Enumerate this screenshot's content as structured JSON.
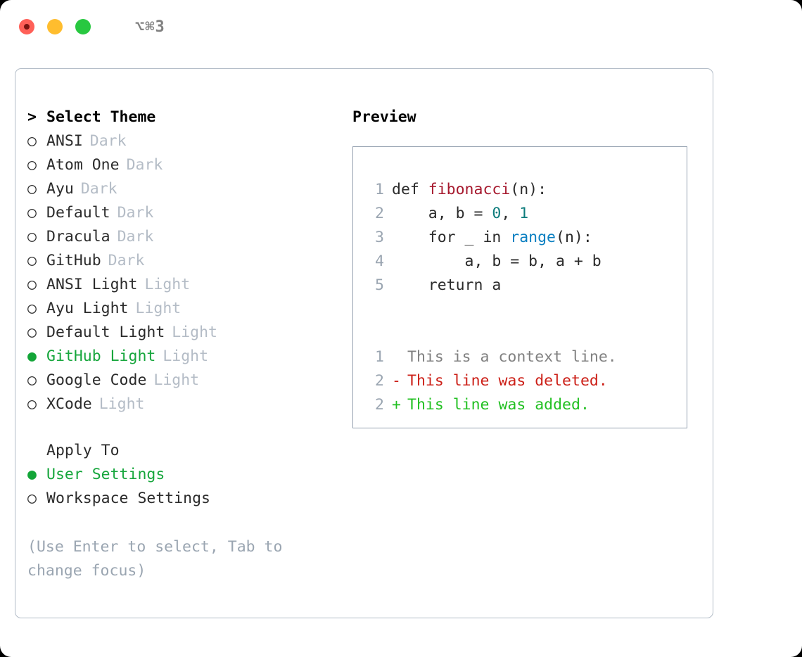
{
  "window": {
    "traffic_lights": [
      {
        "name": "close",
        "color": "#ff6058"
      },
      {
        "name": "minimize",
        "color": "#ffbd2e"
      },
      {
        "name": "maximize",
        "color": "#28c840"
      }
    ],
    "shortcut": "⌥⌘3"
  },
  "theme_picker": {
    "heading": {
      "marker": ">",
      "label": "Select Theme"
    },
    "items": [
      {
        "marker": "○",
        "label": "ANSI",
        "badge": "Dark",
        "selected": false
      },
      {
        "marker": "○",
        "label": "Atom One",
        "badge": "Dark",
        "selected": false
      },
      {
        "marker": "○",
        "label": "Ayu",
        "badge": "Dark",
        "selected": false
      },
      {
        "marker": "○",
        "label": "Default",
        "badge": "Dark",
        "selected": false
      },
      {
        "marker": "○",
        "label": "Dracula",
        "badge": "Dark",
        "selected": false
      },
      {
        "marker": "○",
        "label": "GitHub",
        "badge": "Dark",
        "selected": false
      },
      {
        "marker": "○",
        "label": "ANSI Light",
        "badge": "Light",
        "selected": false
      },
      {
        "marker": "○",
        "label": "Ayu Light",
        "badge": "Light",
        "selected": false
      },
      {
        "marker": "○",
        "label": "Default Light",
        "badge": "Light",
        "selected": false
      },
      {
        "marker": "●",
        "label": "GitHub Light",
        "badge": "Light",
        "selected": true
      },
      {
        "marker": "○",
        "label": "Google Code",
        "badge": "Light",
        "selected": false
      },
      {
        "marker": "○",
        "label": "XCode",
        "badge": "Light",
        "selected": false
      }
    ]
  },
  "apply_to": {
    "heading": {
      "marker": " ",
      "label": "Apply To"
    },
    "items": [
      {
        "marker": "●",
        "label": "User Settings",
        "selected": true
      },
      {
        "marker": "○",
        "label": "Workspace Settings",
        "selected": false
      }
    ]
  },
  "hint": "(Use Enter to select, Tab to change focus)",
  "preview": {
    "title": "Preview",
    "code_lines": [
      {
        "no": "1",
        "tokens": [
          {
            "t": "def ",
            "c": "plain"
          },
          {
            "t": "fibonacci",
            "c": "fn"
          },
          {
            "t": "(n):",
            "c": "plain"
          }
        ]
      },
      {
        "no": "2",
        "tokens": [
          {
            "t": "    a, b = ",
            "c": "plain"
          },
          {
            "t": "0",
            "c": "num"
          },
          {
            "t": ", ",
            "c": "plain"
          },
          {
            "t": "1",
            "c": "num"
          }
        ]
      },
      {
        "no": "3",
        "tokens": [
          {
            "t": "    for _ in ",
            "c": "plain"
          },
          {
            "t": "range",
            "c": "call"
          },
          {
            "t": "(n):",
            "c": "plain"
          }
        ]
      },
      {
        "no": "4",
        "tokens": [
          {
            "t": "        a, b = b, a + b",
            "c": "plain"
          }
        ]
      },
      {
        "no": "5",
        "tokens": [
          {
            "t": "    return a",
            "c": "plain"
          }
        ]
      }
    ],
    "diff_lines": [
      {
        "no": "1",
        "sign": " ",
        "text": "This is a context line.",
        "kind": "ctx"
      },
      {
        "no": "2",
        "sign": "-",
        "text": "This line was deleted.",
        "kind": "del"
      },
      {
        "no": "2",
        "sign": "+",
        "text": "This line was added.",
        "kind": "add"
      }
    ]
  },
  "colors": {
    "selected_green": "#16a63c",
    "badge_gray": "#b4bcc6",
    "hint_gray": "#9aa5b1",
    "keyword_red": "#a6192e",
    "number_teal": "#0d7c7c",
    "call_blue": "#0a7fc1",
    "diff_del_red": "#cc2018",
    "diff_add_green": "#22c022",
    "panel_border": "#b2bcc7",
    "preview_border": "#95a1b0"
  }
}
